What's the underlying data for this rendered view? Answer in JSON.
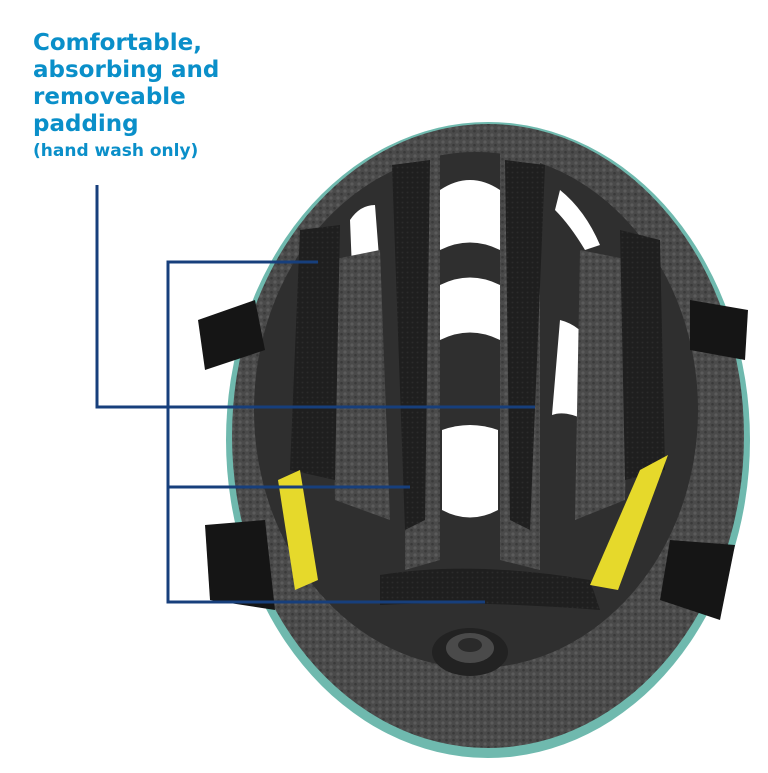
{
  "annotation": {
    "title_lines": [
      "Comfortable,",
      "absorbing and",
      "removeable",
      "padding"
    ],
    "note": "(hand wash only)"
  },
  "colors": {
    "title_text": "#0a8fc9",
    "callout_lines": "#173f7c",
    "helmet_shell": "#6fb9ae",
    "foam_liner": "#4a4a4a",
    "pads": "#1c1c1c",
    "warning_sticker": "#e6d92b",
    "background": "#ffffff"
  },
  "icons": [
    "helmet-inner-view"
  ]
}
